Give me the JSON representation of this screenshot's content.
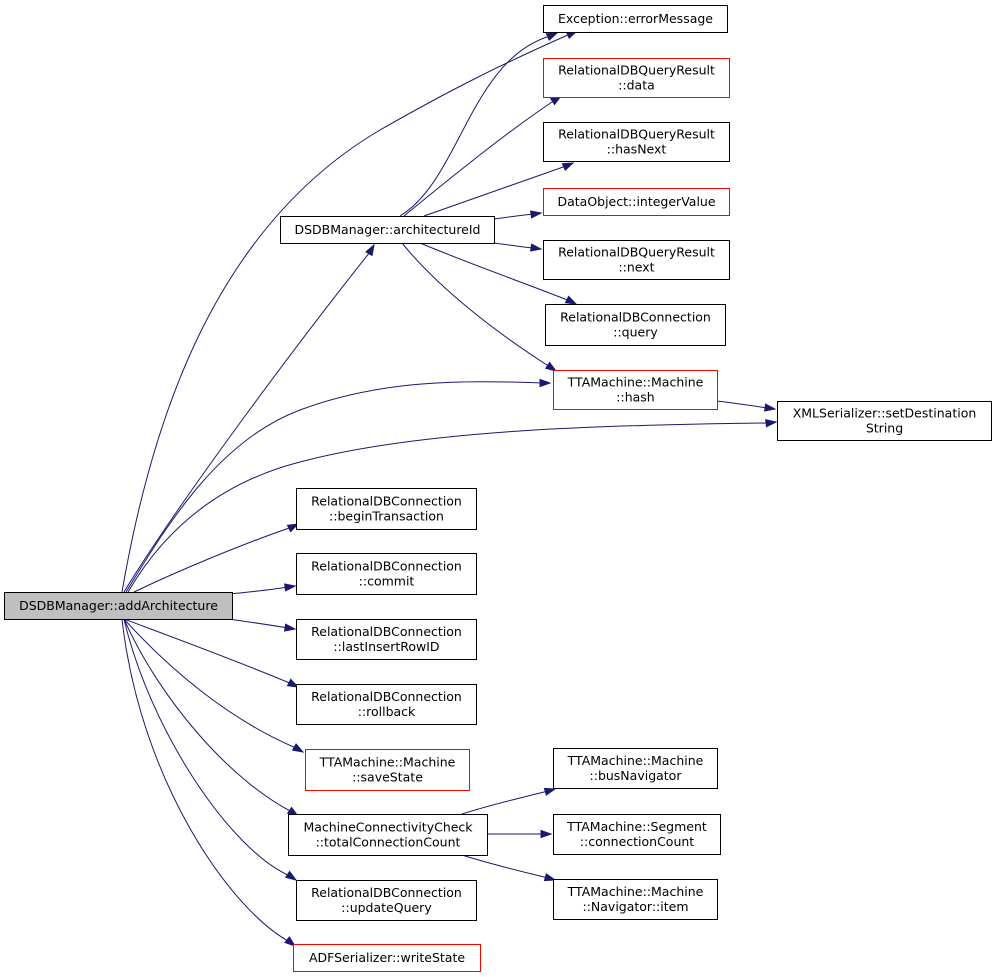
{
  "diagram": {
    "title": "",
    "colors": {
      "edge": "#191970",
      "node_border": "#000000",
      "node_border_incomplete": "#ff0000",
      "node_fill": "#ffffff",
      "focus_fill": "#bfbfbf"
    },
    "nodes": {
      "addArchitecture": {
        "lines": [
          "DSDBManager::addArchitecture"
        ],
        "style": "focus"
      },
      "architectureId": {
        "lines": [
          "DSDBManager::architectureId"
        ],
        "style": "normal"
      },
      "errorMessage": {
        "lines": [
          "Exception::errorMessage"
        ],
        "style": "normal"
      },
      "rdqr_data": {
        "lines": [
          "RelationalDBQueryResult",
          "::data"
        ],
        "style": "incomplete"
      },
      "rdqr_hasNext": {
        "lines": [
          "RelationalDBQueryResult",
          "::hasNext"
        ],
        "style": "normal"
      },
      "integerValue": {
        "lines": [
          "DataObject::integerValue"
        ],
        "style": "incomplete"
      },
      "rdqr_next": {
        "lines": [
          "RelationalDBQueryResult",
          "::next"
        ],
        "style": "normal"
      },
      "rdc_query": {
        "lines": [
          "RelationalDBConnection",
          "::query"
        ],
        "style": "normal"
      },
      "machine_hash": {
        "lines": [
          "TTAMachine::Machine",
          "::hash"
        ],
        "style": "incomplete"
      },
      "setDestinationString": {
        "lines": [
          "XMLSerializer::setDestination",
          "String"
        ],
        "style": "normal"
      },
      "beginTransaction": {
        "lines": [
          "RelationalDBConnection",
          "::beginTransaction"
        ],
        "style": "normal"
      },
      "commit": {
        "lines": [
          "RelationalDBConnection",
          "::commit"
        ],
        "style": "normal"
      },
      "lastInsertRowID": {
        "lines": [
          "RelationalDBConnection",
          "::lastInsertRowID"
        ],
        "style": "normal"
      },
      "rollback": {
        "lines": [
          "RelationalDBConnection",
          "::rollback"
        ],
        "style": "normal"
      },
      "saveState": {
        "lines": [
          "TTAMachine::Machine",
          "::saveState"
        ],
        "style": "incomplete"
      },
      "totalConnectionCount": {
        "lines": [
          "MachineConnectivityCheck",
          "::totalConnectionCount"
        ],
        "style": "normal"
      },
      "updateQuery": {
        "lines": [
          "RelationalDBConnection",
          "::updateQuery"
        ],
        "style": "normal"
      },
      "writeState": {
        "lines": [
          "ADFSerializer::writeState"
        ],
        "style": "incomplete"
      },
      "busNavigator": {
        "lines": [
          "TTAMachine::Machine",
          "::busNavigator"
        ],
        "style": "normal"
      },
      "connectionCount": {
        "lines": [
          "TTAMachine::Segment",
          "::connectionCount"
        ],
        "style": "normal"
      },
      "navigatorItem": {
        "lines": [
          "TTAMachine::Machine",
          "::Navigator::item"
        ],
        "style": "normal"
      }
    },
    "edges": [
      [
        "addArchitecture",
        "errorMessage"
      ],
      [
        "addArchitecture",
        "architectureId"
      ],
      [
        "addArchitecture",
        "machine_hash"
      ],
      [
        "addArchitecture",
        "setDestinationString"
      ],
      [
        "addArchitecture",
        "beginTransaction"
      ],
      [
        "addArchitecture",
        "commit"
      ],
      [
        "addArchitecture",
        "lastInsertRowID"
      ],
      [
        "addArchitecture",
        "rollback"
      ],
      [
        "addArchitecture",
        "saveState"
      ],
      [
        "addArchitecture",
        "totalConnectionCount"
      ],
      [
        "addArchitecture",
        "updateQuery"
      ],
      [
        "addArchitecture",
        "writeState"
      ],
      [
        "architectureId",
        "errorMessage"
      ],
      [
        "architectureId",
        "rdqr_data"
      ],
      [
        "architectureId",
        "rdqr_hasNext"
      ],
      [
        "architectureId",
        "integerValue"
      ],
      [
        "architectureId",
        "rdqr_next"
      ],
      [
        "architectureId",
        "rdc_query"
      ],
      [
        "architectureId",
        "machine_hash"
      ],
      [
        "machine_hash",
        "setDestinationString"
      ],
      [
        "totalConnectionCount",
        "busNavigator"
      ],
      [
        "totalConnectionCount",
        "connectionCount"
      ],
      [
        "totalConnectionCount",
        "navigatorItem"
      ]
    ]
  }
}
